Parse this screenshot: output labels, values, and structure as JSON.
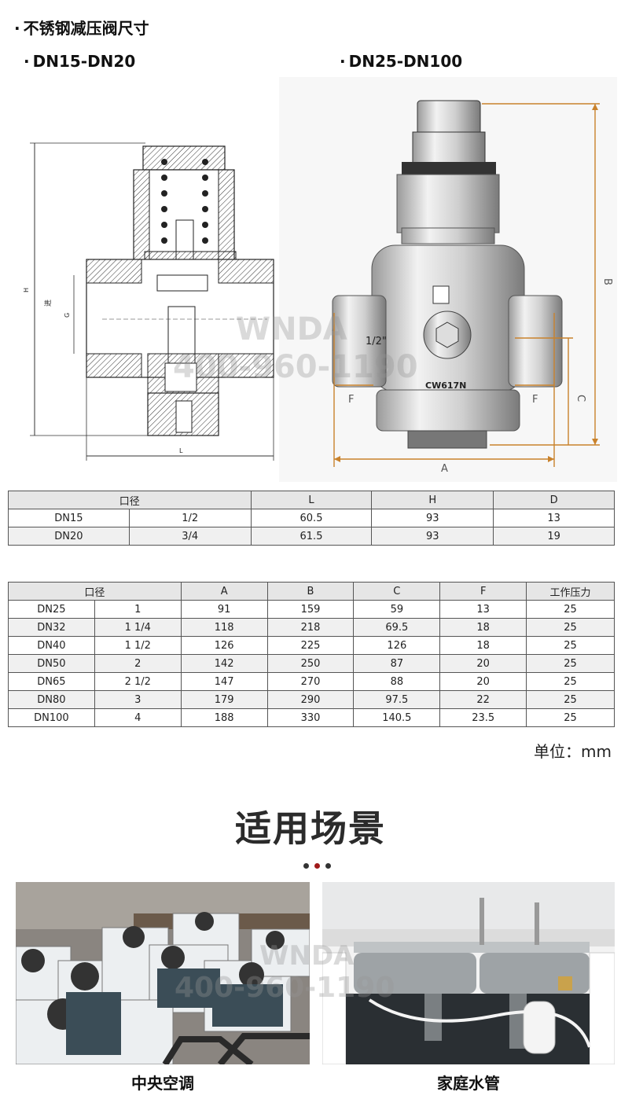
{
  "section_title": "不锈钢减压阀尺寸",
  "bullet": "·",
  "sub_left": "DN15-DN20",
  "sub_right": "DN25-DN100",
  "drawing_left": {
    "labels": {
      "h": "H",
      "g": "G",
      "inlet": "进",
      "l": "L"
    }
  },
  "drawing_right": {
    "labels": {
      "a": "A",
      "b": "B",
      "c": "C",
      "f1": "F",
      "f2": "F",
      "marking": "CW617N",
      "size": "1/2\""
    },
    "watermark_brand": "WNDA",
    "watermark_phone": "400-960-1190"
  },
  "table_small": {
    "headers": [
      "口径",
      "L",
      "H",
      "D"
    ],
    "rows": [
      [
        "DN15",
        "1/2",
        "60.5",
        "93",
        "13"
      ],
      [
        "DN20",
        "3/4",
        "61.5",
        "93",
        "19"
      ]
    ]
  },
  "table_large": {
    "headers": [
      "口径",
      "A",
      "B",
      "C",
      "F",
      "工作压力"
    ],
    "rows": [
      [
        "DN25",
        "1",
        "91",
        "159",
        "59",
        "13",
        "25"
      ],
      [
        "DN32",
        "1 1/4",
        "118",
        "218",
        "69.5",
        "18",
        "25"
      ],
      [
        "DN40",
        "1 1/2",
        "126",
        "225",
        "126",
        "18",
        "25"
      ],
      [
        "DN50",
        "2",
        "142",
        "250",
        "87",
        "20",
        "25"
      ],
      [
        "DN65",
        "2 1/2",
        "147",
        "270",
        "88",
        "20",
        "25"
      ],
      [
        "DN80",
        "3",
        "179",
        "290",
        "97.5",
        "22",
        "25"
      ],
      [
        "DN100",
        "4",
        "188",
        "330",
        "140.5",
        "23.5",
        "25"
      ]
    ]
  },
  "unit_label": "单位：mm",
  "scenes_title": "适用场景",
  "scene_left_caption": "中央空调",
  "scene_right_caption": "家庭水管",
  "colors": {
    "dimension_line": "#c9822c",
    "accent_dot": "#a01a1a",
    "line_art": "#222222"
  }
}
